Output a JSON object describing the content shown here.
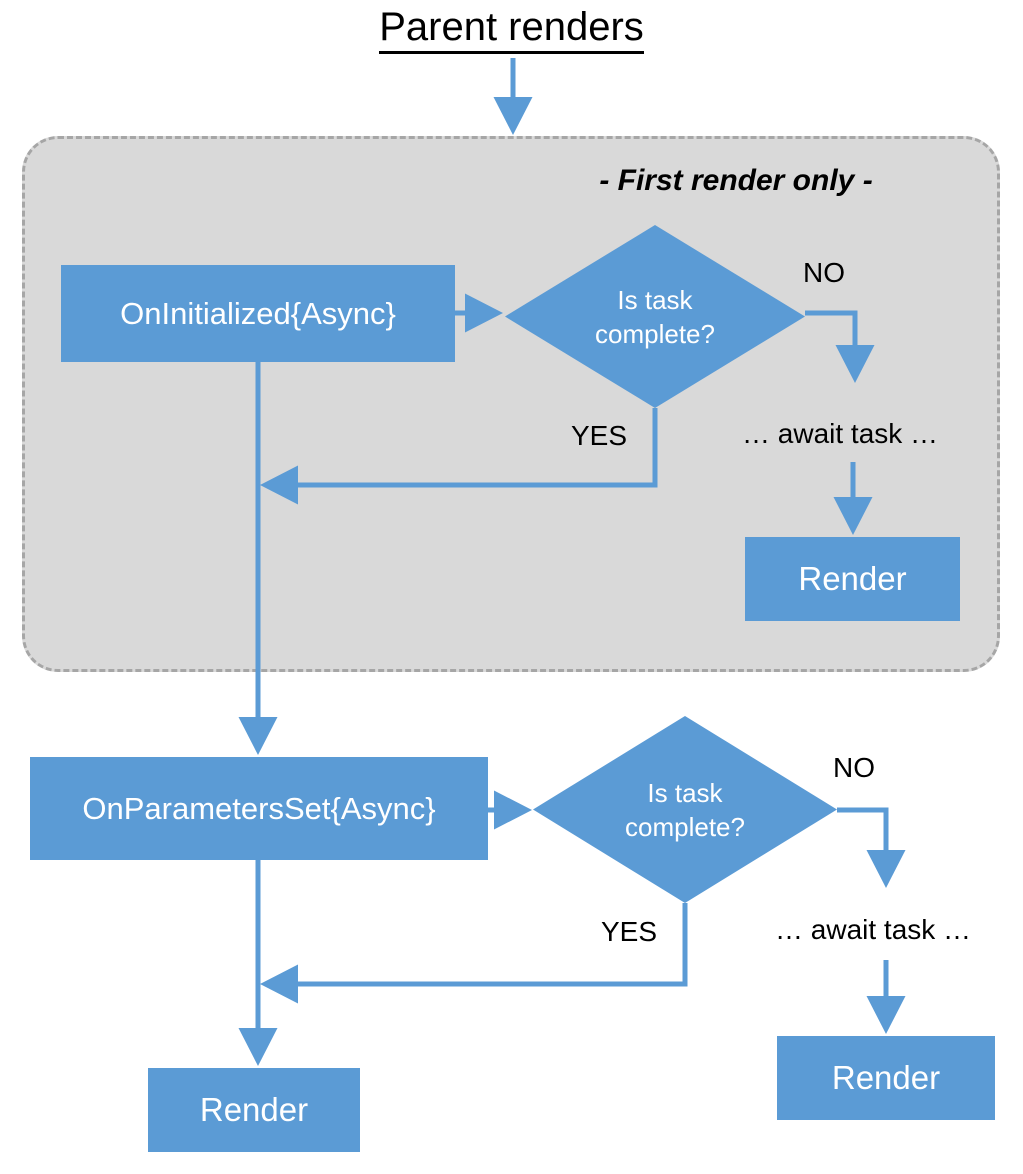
{
  "diagram": {
    "title": "Parent renders",
    "region_label": "- First render only -",
    "colors": {
      "node_fill": "#5B9BD5",
      "node_text": "#FFFFFF",
      "arrow": "#5B9BD5",
      "region_fill": "#D9D9D9",
      "region_border": "#A6A6A6",
      "label_text": "#000000"
    },
    "nodes": {
      "on_initialized": "OnInitialized{Async}",
      "on_parameters_set": "OnParametersSet{Async}",
      "decision_first_line1": "Is task",
      "decision_first_line2": "complete?",
      "decision_params_line1": "Is task",
      "decision_params_line2": "complete?",
      "render_first": "Render",
      "render_params_yes": "Render",
      "render_params_no": "Render"
    },
    "edge_labels": {
      "first_no": "NO",
      "first_yes": "YES",
      "params_no": "NO",
      "params_yes": "YES"
    },
    "notes": {
      "first_await": "… await task …",
      "params_await": "… await task …"
    }
  }
}
